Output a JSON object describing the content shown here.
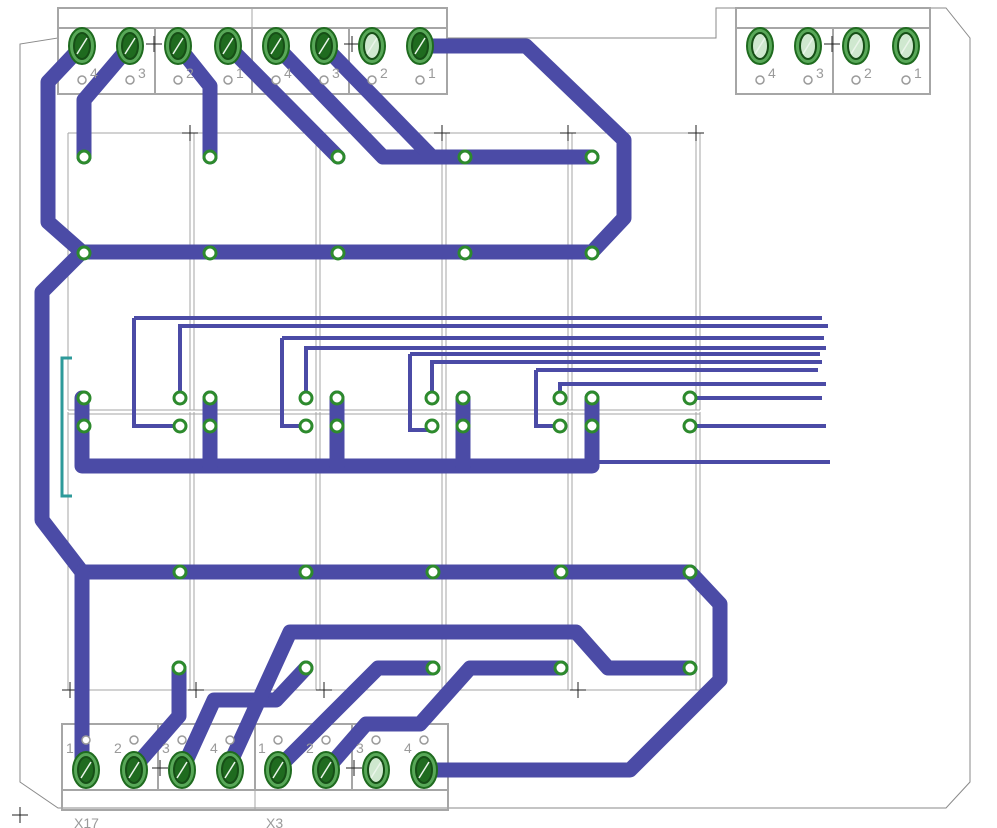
{
  "pcb": {
    "colors": {
      "background": "#ffffff",
      "outline": "#8a8a8a",
      "silkscreen": "#a6a6a6",
      "trace": "#4b4ba6",
      "pad": "#58a858",
      "pad_ring": "#1f6b1f",
      "via": "#2d8a2d",
      "marker": "#2e9a9a",
      "label": "#9a9a9a",
      "crosshair": "#202020"
    },
    "connectors": [
      {
        "id": "top-left",
        "pin_labels": [
          "4",
          "3",
          "2",
          "1",
          "4",
          "3",
          "2",
          "1"
        ]
      },
      {
        "id": "top-right",
        "pin_labels": [
          "4",
          "3",
          "2",
          "1"
        ]
      },
      {
        "id": "bottom",
        "pin_labels": [
          "1",
          "2",
          "3",
          "4",
          "1",
          "2",
          "3",
          "4"
        ]
      }
    ],
    "part_labels": [
      "X17",
      "X3"
    ]
  }
}
